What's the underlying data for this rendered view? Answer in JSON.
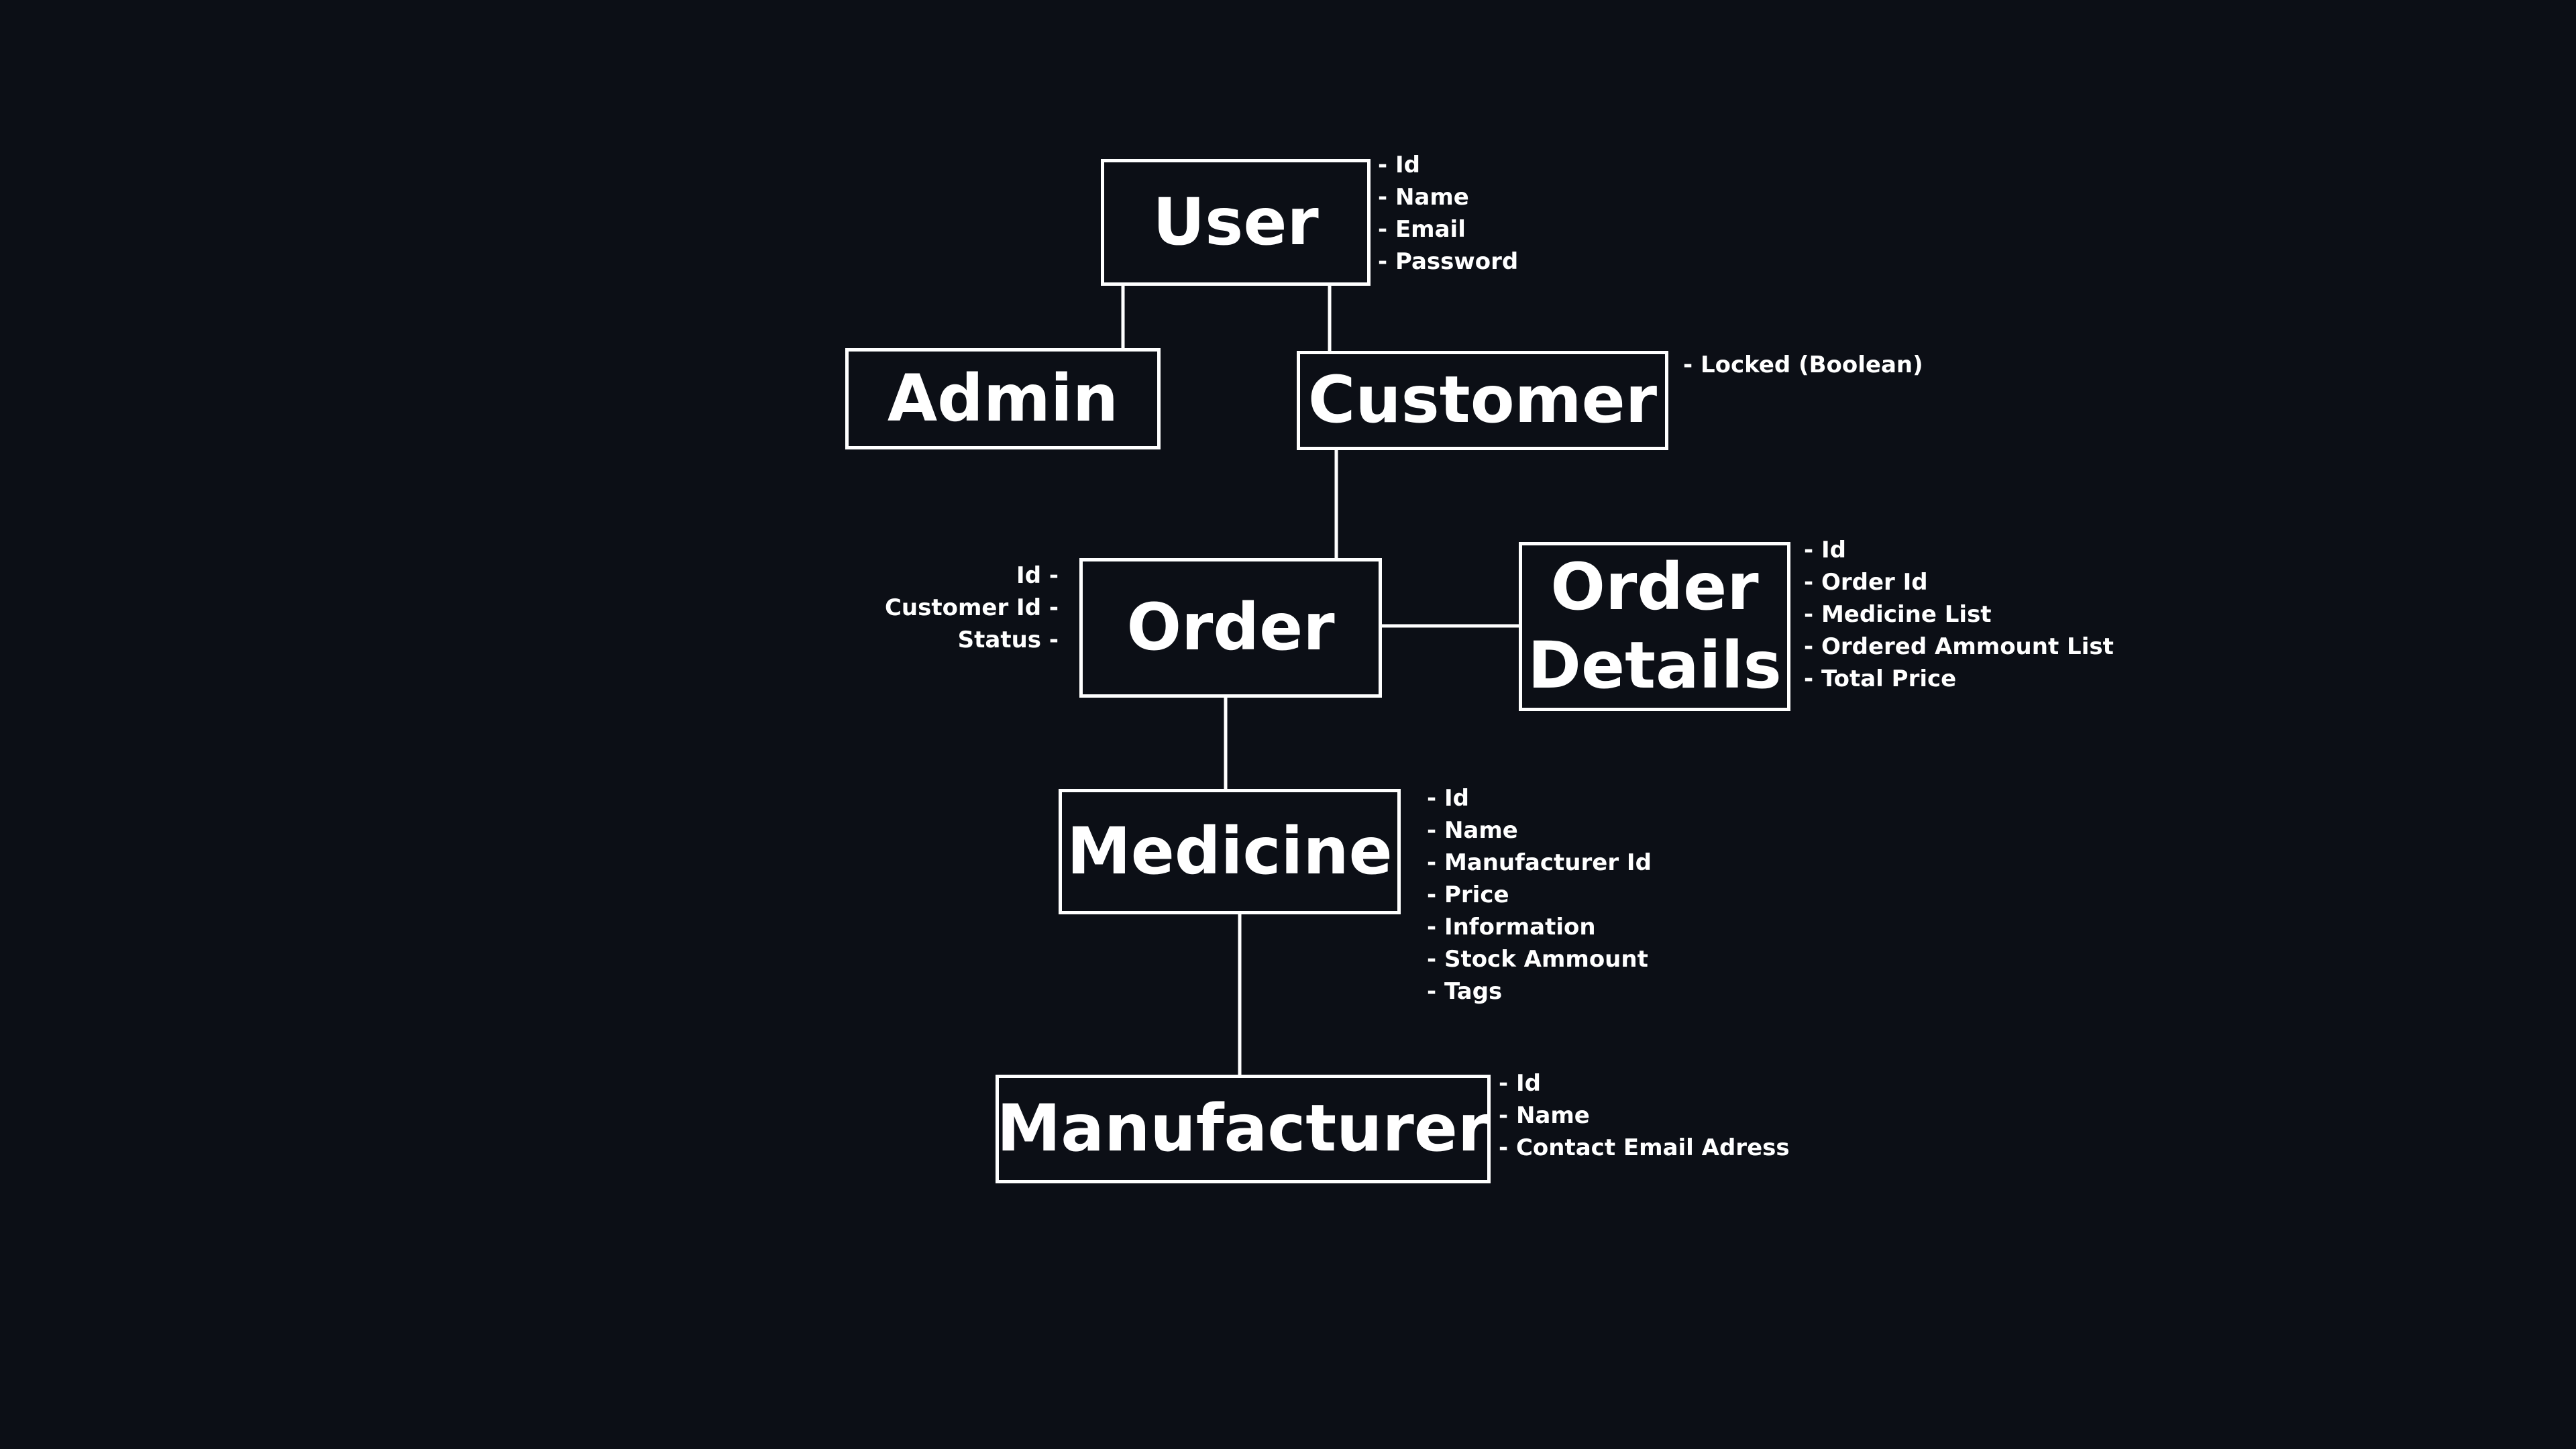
{
  "entities": {
    "user": {
      "label": "User",
      "attributes": [
        "Id",
        "Name",
        "Email",
        "Password"
      ]
    },
    "admin": {
      "label": "Admin"
    },
    "customer": {
      "label": "Customer",
      "attributes": [
        "Locked (Boolean)"
      ]
    },
    "order": {
      "label": "Order",
      "attributes": [
        "Id",
        "Customer Id",
        "Status"
      ]
    },
    "order_details": {
      "label_line1": "Order",
      "label_line2": "Details",
      "attributes": [
        "Id",
        "Order Id",
        "Medicine List",
        "Ordered Ammount List",
        "Total Price"
      ]
    },
    "medicine": {
      "label": "Medicine",
      "attributes": [
        "Id",
        "Name",
        "Manufacturer Id",
        "Price",
        "Information",
        "Stock Ammount",
        "Tags"
      ]
    },
    "manufacturer": {
      "label": "Manufacturer",
      "attributes": [
        "Id",
        "Name",
        "Contact Email Adress"
      ]
    }
  },
  "colors": {
    "background": "#0c0f16",
    "stroke": "#ffffff",
    "text": "#ffffff"
  }
}
